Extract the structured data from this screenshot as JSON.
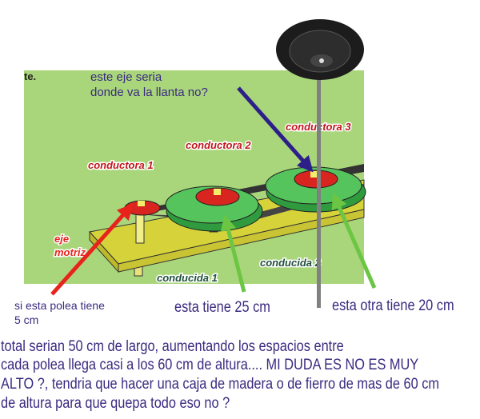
{
  "colors": {
    "text": "#3b2a80",
    "panel": "#a9d67a",
    "driver": "#c0151b",
    "driven": "#1f4f3a",
    "red_arrow": "#e8231c",
    "green_arrow": "#6cc644",
    "blue_arrow": "#2d1f8a",
    "pole": "#808080"
  },
  "diagram": {
    "corner_text": "te.",
    "labels": {
      "conductora_1": "conductora 1",
      "conductora_2": "conductora 2",
      "conductora_3": "conductora 3",
      "eje": "eje",
      "motriz": "motriz",
      "conducida_1": "conducida 1",
      "conducida_2": "conducida 2"
    }
  },
  "annotations": {
    "axle_question_line1": "este eje seria",
    "axle_question_line2": "donde va la llanta  no?",
    "pulley_5_line1": "si esta polea tiene",
    "pulley_5_line2": "5 cm",
    "pulley_25": "esta tiene 25 cm",
    "pulley_20": "esta otra tiene 20 cm"
  },
  "paragraph": [
    "total serian 50 cm de largo, aumentando los espacios entre",
    "cada polea llega casi a los 60 cm de altura....  MI DUDA ES NO ES MUY",
    "ALTO ?, tendria que hacer una caja de madera o de fierro de mas de 60 cm",
    "de altura para que quepa todo eso  no ?"
  ]
}
